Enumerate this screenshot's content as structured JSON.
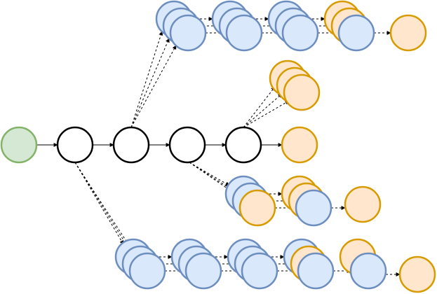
{
  "colors": {
    "start_fill": "#d5e8d4",
    "start_stroke": "#82b366",
    "plain_fill": "#ffffff",
    "plain_stroke": "#000000",
    "blue_fill": "#dae8fc",
    "blue_stroke": "#6c8ebf",
    "orange_fill": "#ffe6cc",
    "orange_stroke": "#d79b00",
    "edge_color": "#000000",
    "background": "#ffffff"
  },
  "diagram": {
    "node_kinds": [
      "start",
      "plain",
      "blue",
      "orange"
    ],
    "edge_styles": [
      "solid",
      "dashed"
    ]
  }
}
